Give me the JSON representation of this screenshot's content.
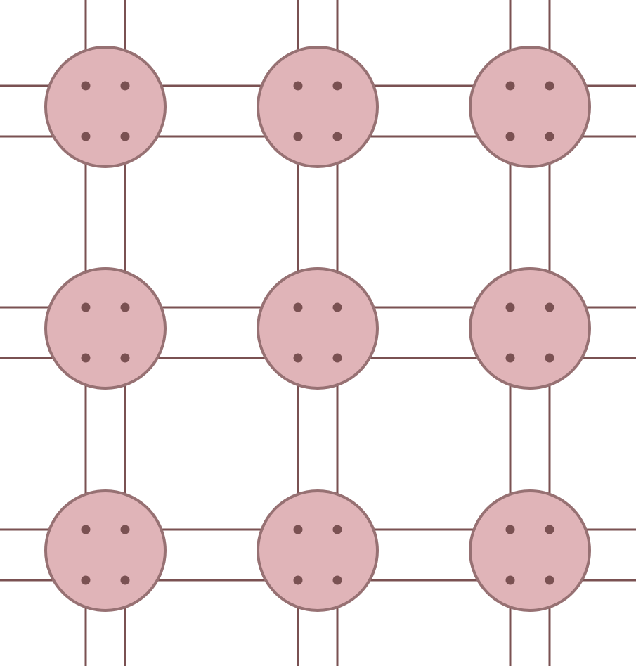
{
  "pattern": {
    "rows": 3,
    "columns": 3,
    "pins_per_node": 4,
    "colors": {
      "background": "#ffffff",
      "node_fill": "#e0b4b8",
      "node_stroke": "#977173",
      "wire": "#7a5152",
      "pin": "#7a5152"
    }
  }
}
